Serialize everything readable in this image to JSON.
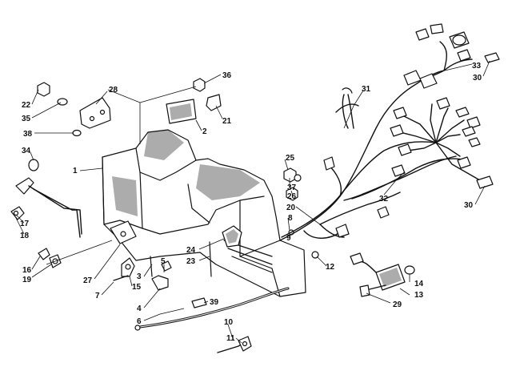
{
  "callouts": [
    {
      "id": "c1",
      "label": "1"
    },
    {
      "id": "c2",
      "label": "2"
    },
    {
      "id": "c3",
      "label": "3"
    },
    {
      "id": "c4",
      "label": "4"
    },
    {
      "id": "c5",
      "label": "5"
    },
    {
      "id": "c6",
      "label": "6"
    },
    {
      "id": "c7",
      "label": "7"
    },
    {
      "id": "c8",
      "label": "8"
    },
    {
      "id": "c9",
      "label": "9"
    },
    {
      "id": "c10",
      "label": "10"
    },
    {
      "id": "c11",
      "label": "11"
    },
    {
      "id": "c12",
      "label": "12"
    },
    {
      "id": "c13",
      "label": "13"
    },
    {
      "id": "c14",
      "label": "14"
    },
    {
      "id": "c15",
      "label": "15"
    },
    {
      "id": "c16",
      "label": "16"
    },
    {
      "id": "c17",
      "label": "17"
    },
    {
      "id": "c18",
      "label": "18"
    },
    {
      "id": "c19",
      "label": "19"
    },
    {
      "id": "c20",
      "label": "20"
    },
    {
      "id": "c21",
      "label": "21"
    },
    {
      "id": "c22",
      "label": "22"
    },
    {
      "id": "c23",
      "label": "23"
    },
    {
      "id": "c24",
      "label": "24"
    },
    {
      "id": "c25",
      "label": "25"
    },
    {
      "id": "c26",
      "label": "26"
    },
    {
      "id": "c27",
      "label": "27"
    },
    {
      "id": "c28",
      "label": "28"
    },
    {
      "id": "c29",
      "label": "29"
    },
    {
      "id": "c30a",
      "label": "30"
    },
    {
      "id": "c30b",
      "label": "30"
    },
    {
      "id": "c31",
      "label": "31"
    },
    {
      "id": "c32",
      "label": "32"
    },
    {
      "id": "c33",
      "label": "33"
    },
    {
      "id": "c34",
      "label": "34"
    },
    {
      "id": "c35",
      "label": "35"
    },
    {
      "id": "c36",
      "label": "36"
    },
    {
      "id": "c37",
      "label": "37"
    },
    {
      "id": "c38",
      "label": "38"
    },
    {
      "id": "c39",
      "label": "39"
    }
  ],
  "colors": {
    "ink": "#111111",
    "paper": "#ffffff"
  }
}
